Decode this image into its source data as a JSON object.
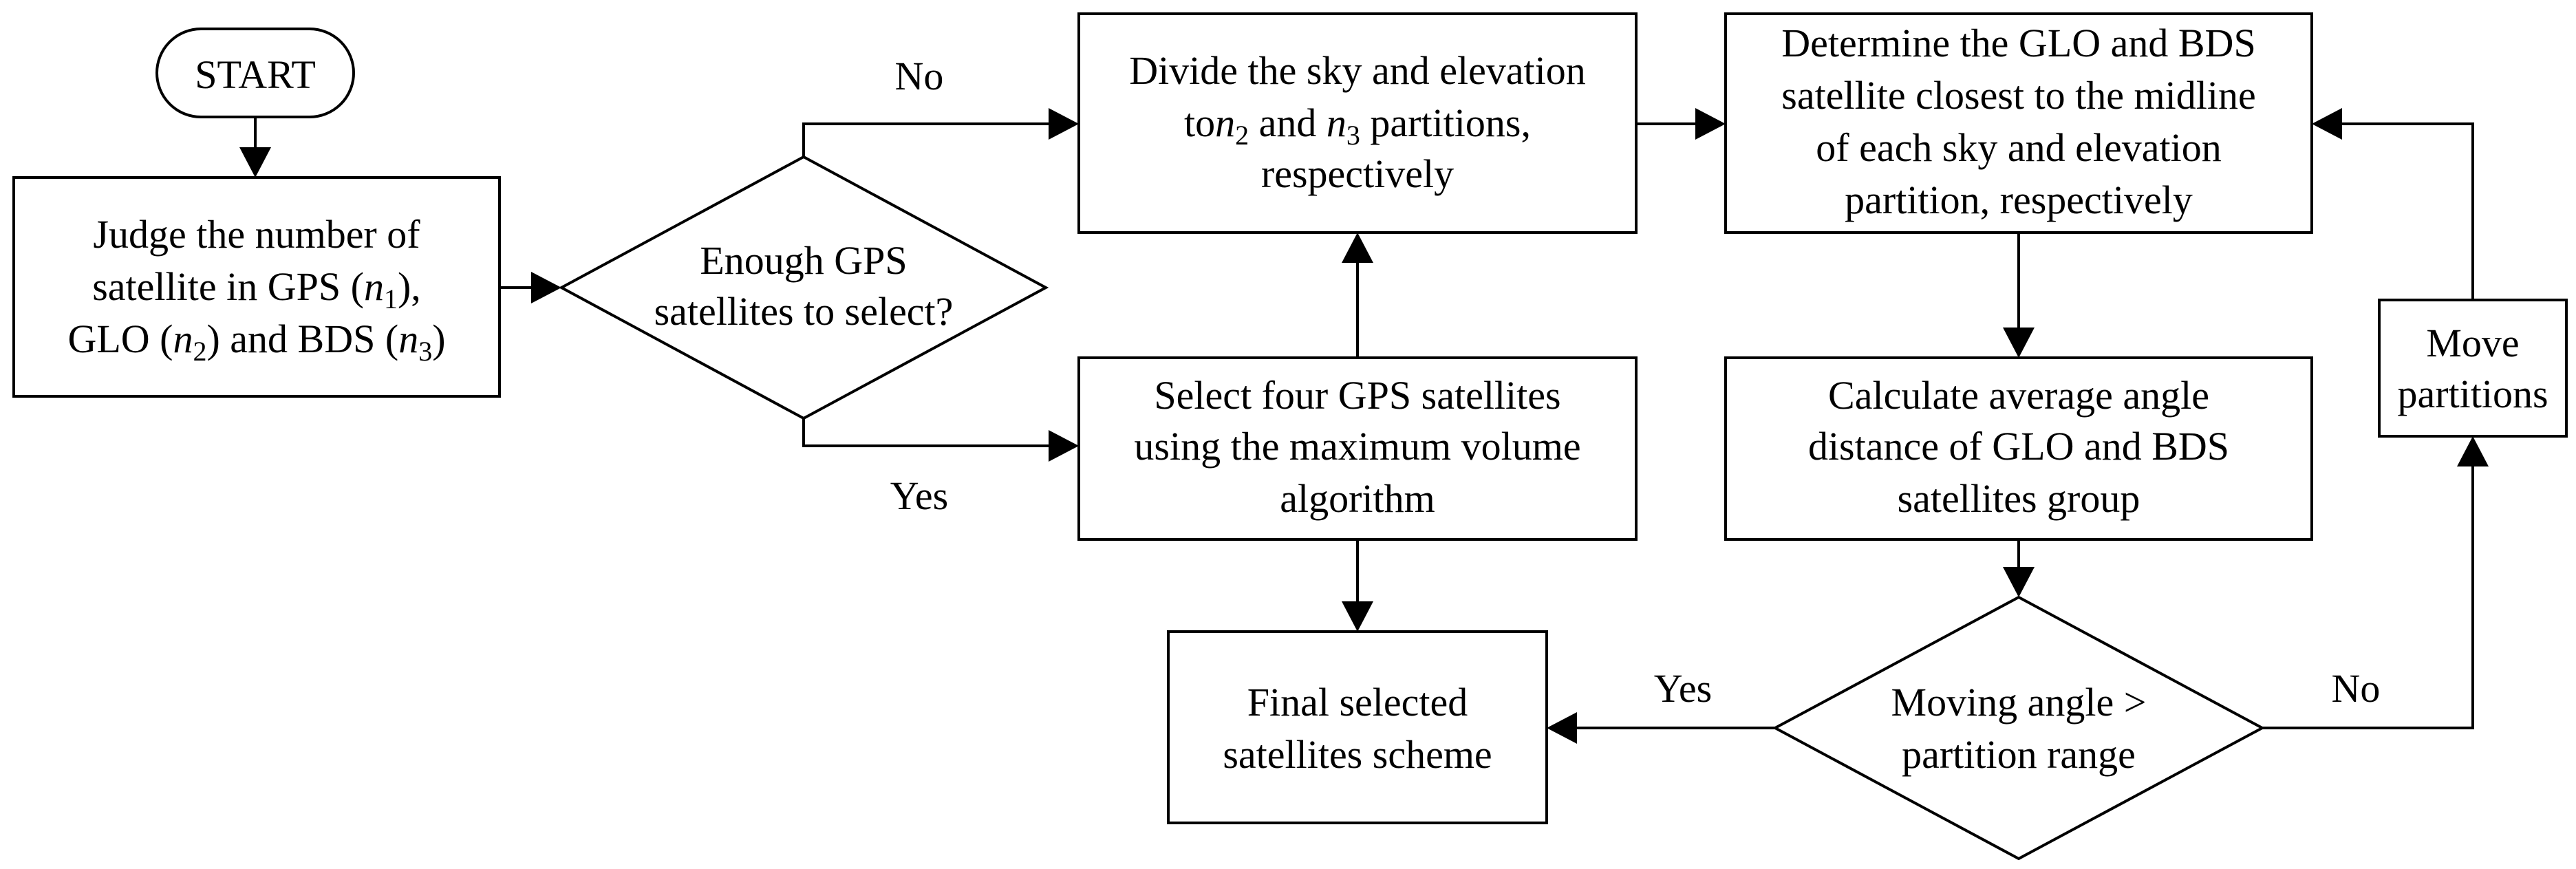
{
  "flowchart": {
    "start": "START",
    "judge": {
      "line1": "Judge the number of",
      "line2_pre": "satellite in GPS (",
      "line2_var": "n",
      "line2_sub": "1",
      "line2_post": "),",
      "line3_pre": "GLO (",
      "line3_var": "n",
      "line3_sub": "2",
      "line3_mid": ") and BDS (",
      "line3_var2": "n",
      "line3_sub2": "3",
      "line3_post": ")"
    },
    "enough_gps": {
      "line1": "Enough GPS",
      "line2": "satellites to select?"
    },
    "divide_sky": {
      "line1": "Divide the sky and elevation",
      "line2_pre": "to",
      "line2_var": "n",
      "line2_sub": "2",
      "line2_mid": " and ",
      "line2_var2": "n",
      "line2_sub2": "3",
      "line2_post": " partitions,",
      "line3": "respectively"
    },
    "select_four": {
      "line1": "Select four GPS satellites",
      "line2": "using the maximum volume",
      "line3": "algorithm"
    },
    "determine": {
      "line1": "Determine the GLO and BDS",
      "line2": "satellite closest to the midline",
      "line3": "of each sky and elevation",
      "line4": "partition, respectively"
    },
    "calculate": {
      "line1": "Calculate average angle",
      "line2": "distance of GLO and BDS",
      "line3": "satellites group"
    },
    "move_partitions": {
      "line1": "Move",
      "line2": "partitions"
    },
    "moving_angle": {
      "line1": "Moving angle >",
      "line2": "partition range"
    },
    "final": {
      "line1": "Final selected",
      "line2": "satellites scheme"
    },
    "edge_labels": {
      "no_top": "No",
      "yes_bottom": "Yes",
      "yes_final": "Yes",
      "no_move": "No"
    }
  }
}
